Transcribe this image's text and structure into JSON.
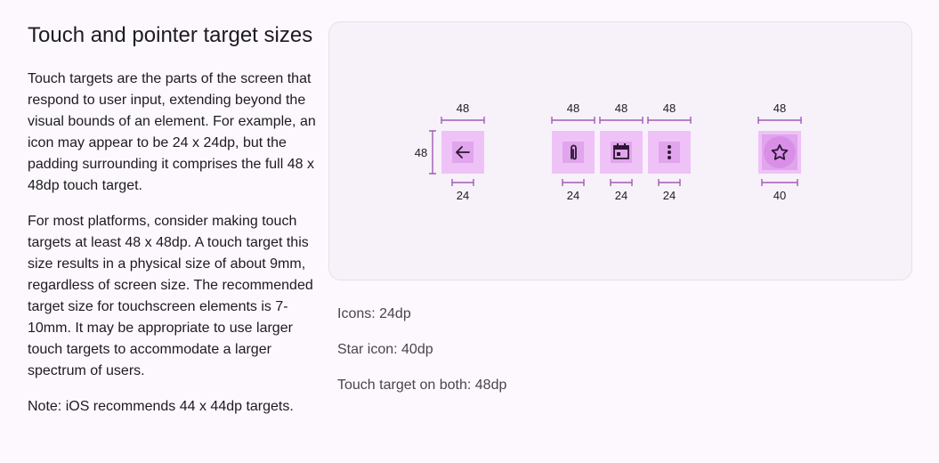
{
  "heading": "Touch and pointer target sizes",
  "paragraphs": [
    "Touch targets are the parts of the screen that respond to user input, extending beyond the visual bounds of an element. For example, an icon may appear to be 24 x 24dp, but the padding surrounding it comprises the full 48 x 48dp touch target.",
    "For most platforms, consider making touch targets at least 48 x 48dp. A touch target this size results in a physical size of about 9mm, regardless of screen size. The recommended target size for touchscreen elements is 7-10mm. It may be appropriate to use larger touch targets to accommodate a larger spectrum of users.",
    "Note: iOS recommends 44 x 44dp targets."
  ],
  "figure": {
    "targets": [
      {
        "icon": "arrow-back-icon",
        "target_label": "48",
        "icon_label": "24",
        "side_label": "48"
      },
      {
        "icon": "attachment-icon",
        "target_label": "48",
        "icon_label": "24"
      },
      {
        "icon": "calendar-icon",
        "target_label": "48",
        "icon_label": "24"
      },
      {
        "icon": "more-vert-icon",
        "target_label": "48",
        "icon_label": "24"
      },
      {
        "icon": "star-icon",
        "target_label": "48",
        "icon_label": "40"
      }
    ]
  },
  "captions": [
    "Icons: 24dp",
    "Star icon: 40dp",
    "Touch target on both: 48dp"
  ],
  "colors": {
    "background": "#fdf8fd",
    "card": "#f7f2fa",
    "target": "#efc2f7",
    "measure": "#a35ab8"
  }
}
